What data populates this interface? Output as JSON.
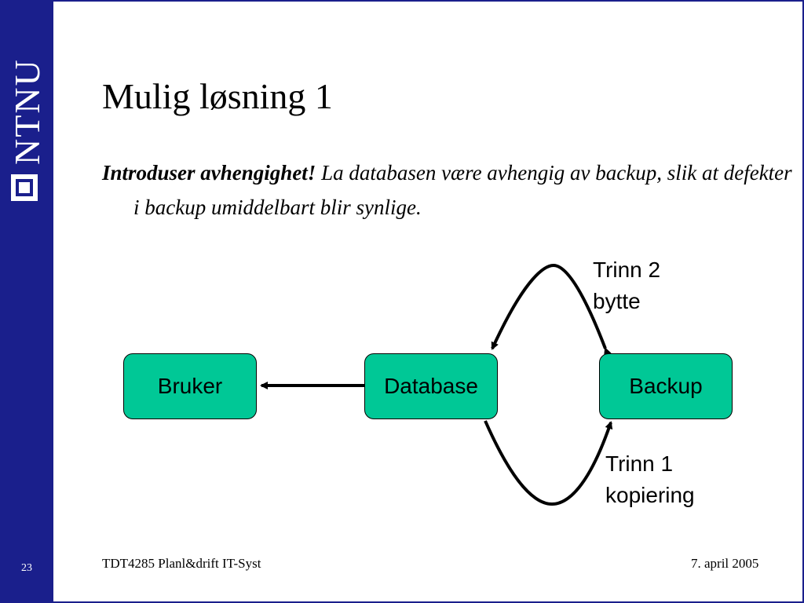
{
  "sidebar": {
    "logo_text": "NTNU",
    "slide_number": "23",
    "color": "#1a1f8c"
  },
  "slide": {
    "title": "Mulig løsning 1",
    "body": {
      "emphasis": "Introduser avhengighet!",
      "text": " La databasen være avhengig av backup, slik at defekter i backup umiddelbart blir synlige."
    }
  },
  "diagram": {
    "box_color": "#00c896",
    "nodes": {
      "bruker": "Bruker",
      "database": "Database",
      "backup": "Backup"
    },
    "step2": {
      "line1": "Trinn 2",
      "line2": "bytte"
    },
    "step1": {
      "line1": "Trinn 1",
      "line2": "kopiering"
    },
    "edges": [
      {
        "from": "Database",
        "to": "Bruker"
      },
      {
        "from": "Backup",
        "to": "Database",
        "label": "Trinn 2 bytte"
      },
      {
        "from": "Database",
        "to": "Backup",
        "label": "Trinn 1 kopiering"
      }
    ]
  },
  "footer": {
    "course": "TDT4285 Planl&drift IT-Syst",
    "date": "7. april 2005"
  }
}
